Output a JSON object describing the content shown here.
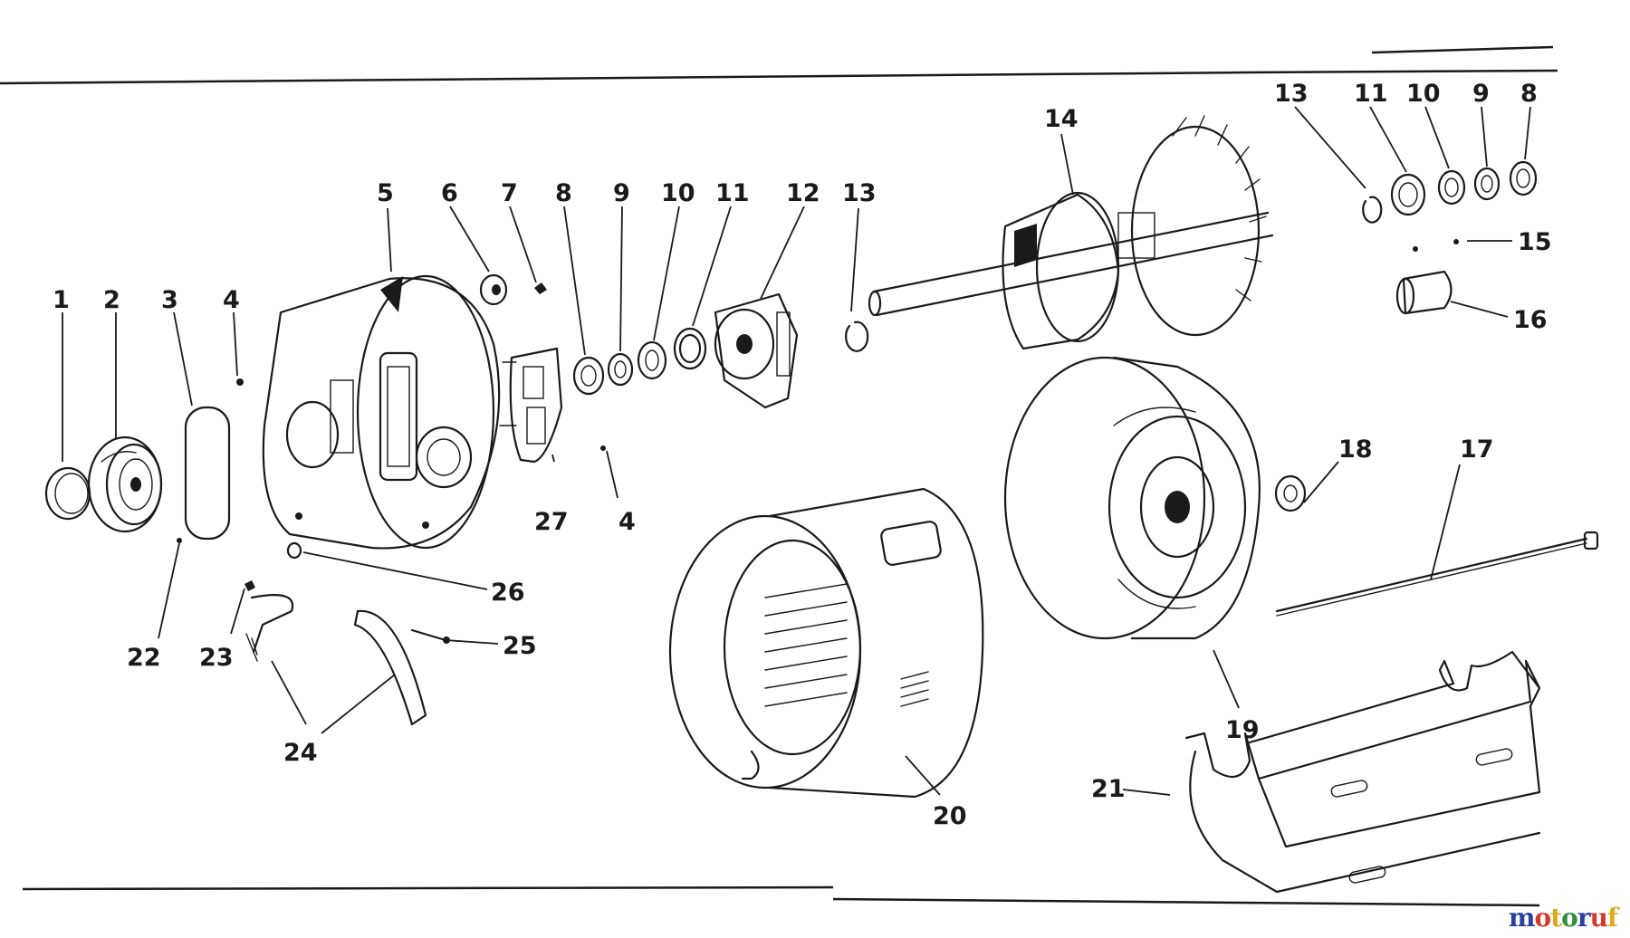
{
  "callouts": [
    {
      "id": "c1",
      "text": "1"
    },
    {
      "id": "c2",
      "text": "2"
    },
    {
      "id": "c3",
      "text": "3"
    },
    {
      "id": "c4a",
      "text": "4"
    },
    {
      "id": "c5",
      "text": "5"
    },
    {
      "id": "c6",
      "text": "6"
    },
    {
      "id": "c7",
      "text": "7"
    },
    {
      "id": "c8a",
      "text": "8"
    },
    {
      "id": "c9a",
      "text": "9"
    },
    {
      "id": "c10a",
      "text": "10"
    },
    {
      "id": "c11a",
      "text": "11"
    },
    {
      "id": "c12",
      "text": "12"
    },
    {
      "id": "c13a",
      "text": "13"
    },
    {
      "id": "c14",
      "text": "14"
    },
    {
      "id": "c13b",
      "text": "13"
    },
    {
      "id": "c11b",
      "text": "11"
    },
    {
      "id": "c10b",
      "text": "10"
    },
    {
      "id": "c9b",
      "text": "9"
    },
    {
      "id": "c8b",
      "text": "8"
    },
    {
      "id": "c15",
      "text": "15"
    },
    {
      "id": "c16",
      "text": "16"
    },
    {
      "id": "c27",
      "text": "27"
    },
    {
      "id": "c4b",
      "text": "4"
    },
    {
      "id": "c26",
      "text": "26"
    },
    {
      "id": "c22",
      "text": "22"
    },
    {
      "id": "c23",
      "text": "23"
    },
    {
      "id": "c25",
      "text": "25"
    },
    {
      "id": "c24",
      "text": "24"
    },
    {
      "id": "c18",
      "text": "18"
    },
    {
      "id": "c17",
      "text": "17"
    },
    {
      "id": "c19",
      "text": "19"
    },
    {
      "id": "c20",
      "text": "20"
    },
    {
      "id": "c21",
      "text": "21"
    }
  ],
  "watermark": {
    "letters": [
      "m",
      "o",
      "t",
      "o",
      "r",
      "u",
      "f"
    ],
    "colors": [
      "#2a3f9e",
      "#d23a2a",
      "#e0a81c",
      "#2f8f3a",
      "#2a3f9e",
      "#d23a2a",
      "#e0a81c"
    ]
  },
  "colors": {
    "ink": "#1a1a1a",
    "background": "#ffffff"
  }
}
